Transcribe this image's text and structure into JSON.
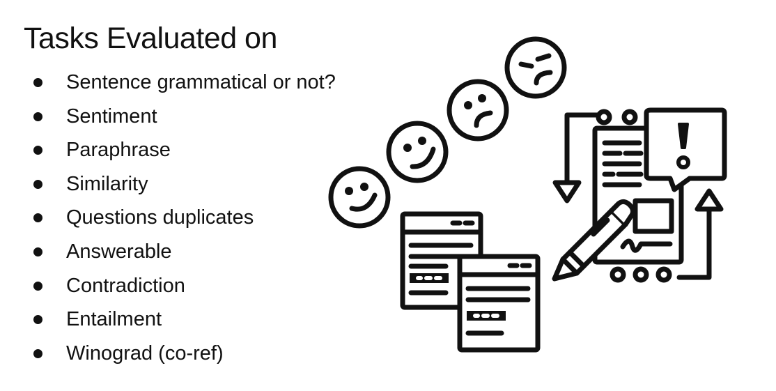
{
  "slide": {
    "title": "Tasks Evaluated on",
    "bullets": [
      "Sentence grammatical or not?",
      "Sentiment",
      "Paraphrase",
      "Similarity",
      "Questions duplicates",
      "Answerable",
      "Contradiction",
      "Entailment",
      "Winograd (co-ref)"
    ]
  },
  "illustration": {
    "stroke_color": "#111111",
    "background_color": "#ffffff",
    "icons": [
      "smiley-face-icon",
      "smiley-face-icon",
      "sad-face-icon",
      "angry-face-icon",
      "document-window-icon",
      "document-window-icon",
      "form-document-icon",
      "speech-bubble-exclamation-icon",
      "pencil-icon"
    ]
  }
}
